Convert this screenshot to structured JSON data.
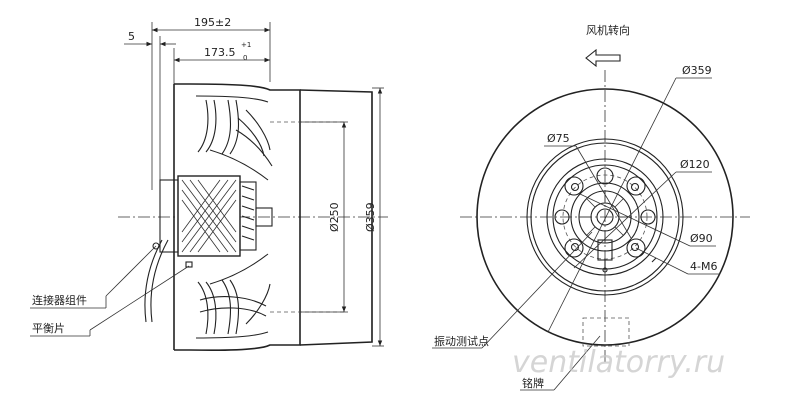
{
  "side_view": {
    "dim_overall": "195±2",
    "dim_offset": "5",
    "dim_body": "173.5",
    "dim_body_tol_upper": "+1",
    "dim_body_tol_lower": "0",
    "dim_inlet": "Ø250",
    "dim_outer": "Ø359",
    "label_connector": "连接器组件",
    "label_balance": "平衡片"
  },
  "front_view": {
    "rotation_label": "风机转向",
    "dim_outer": "Ø359",
    "dim_hub": "Ø75",
    "dim_mount": "Ø120",
    "dim_bolt_circle": "Ø90",
    "label_thread": "4-M6",
    "label_vibration": "振动测试点",
    "label_nameplate": "铭牌"
  },
  "watermark": "ventilatorry.ru",
  "icons": {
    "rotation_arrow": "left-arrow-icon"
  }
}
